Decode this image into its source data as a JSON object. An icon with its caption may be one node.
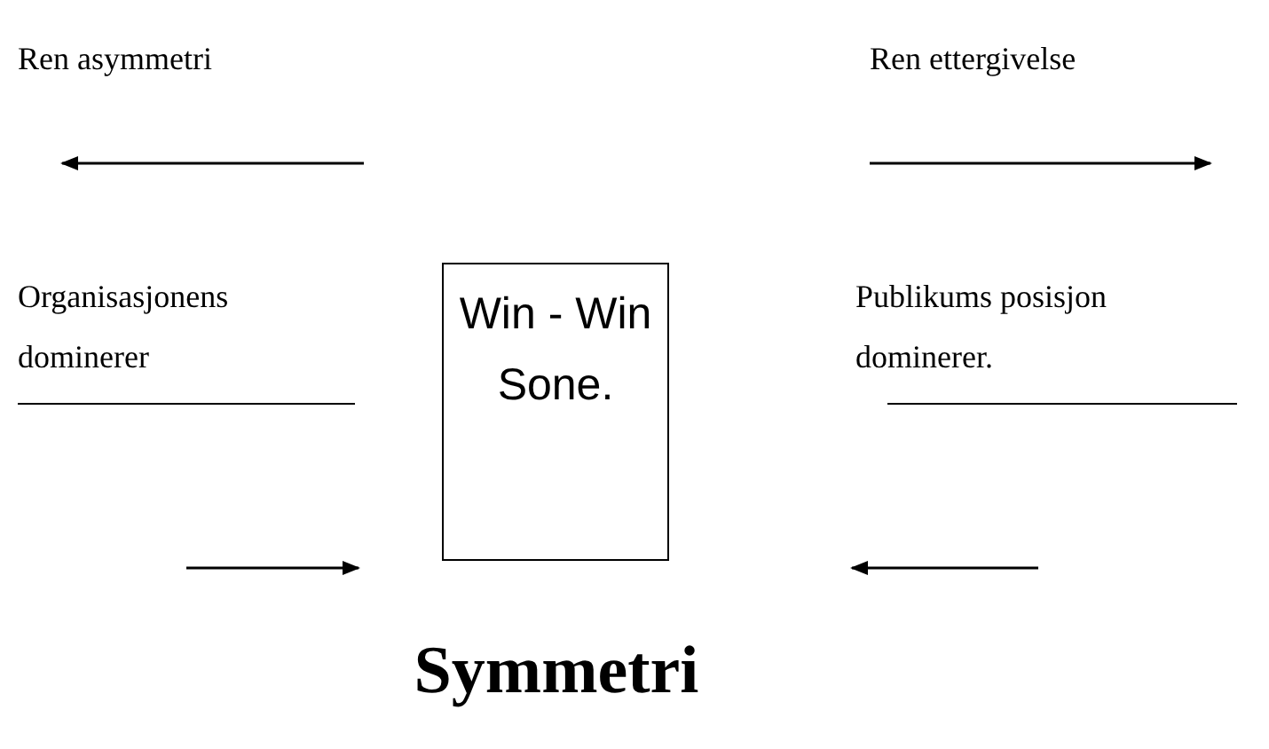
{
  "diagram": {
    "caption": "Symmetri",
    "nodes": [
      {
        "text": [
          "Win - Win Sone."
        ]
      }
    ],
    "labels": [
      "Ren asymmetri",
      "Ren ettergivelse",
      "Organisasjonens dominerer",
      "Publikums posisjon dominerer."
    ]
  }
}
